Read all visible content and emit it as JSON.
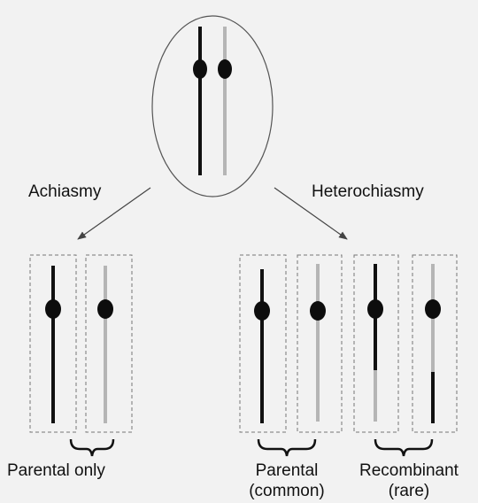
{
  "labels": {
    "left_branch": "Achiasmy",
    "right_branch": "Heterochiasmy",
    "left_outcome": "Parental only",
    "middle_outcome_line1": "Parental",
    "middle_outcome_line2": "(common)",
    "right_outcome_line1": "Recombinant",
    "right_outcome_line2": "(rare)"
  },
  "colors": {
    "background": "#f2f2f2",
    "dark_chromosome": "#111111",
    "light_chromosome": "#b5b5b5",
    "centromere": "#0d0d0d",
    "outline": "#555555",
    "dashed_box": "#777777"
  }
}
